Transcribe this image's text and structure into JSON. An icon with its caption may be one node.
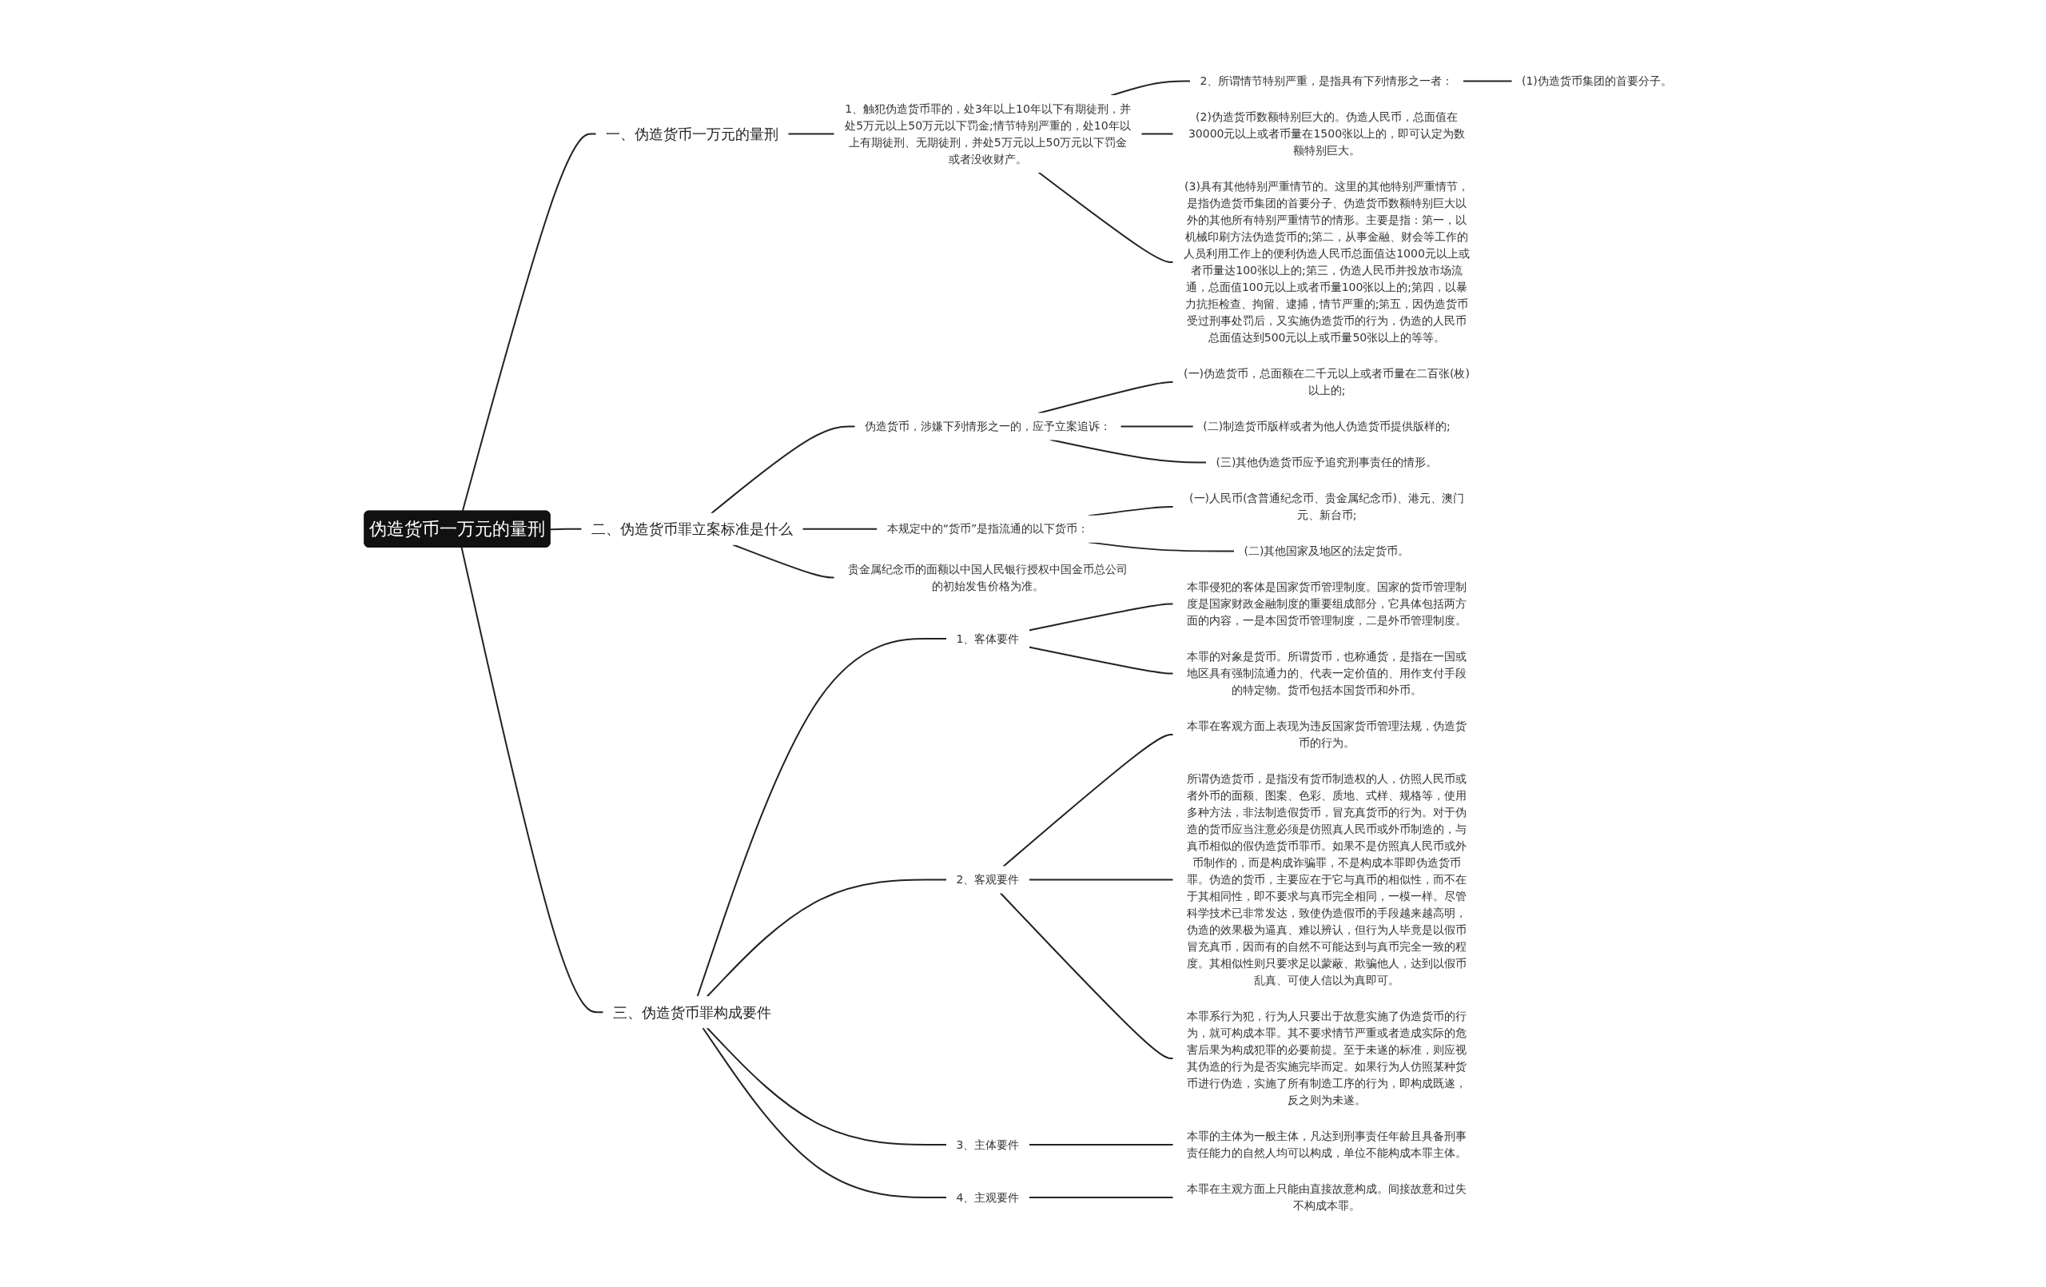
{
  "diagram": {
    "nodes": [
      {
        "text": [
          "伪造货币一万元的量刑"
        ]
      },
      {
        "text": [
          "一、伪造货币一万元的量刑"
        ]
      },
      {
        "text": [
          "1、触犯伪造货币罪的，处3年以上10年以下有期徒刑，并处5万元以上50万元以下罚金;情节特别严重的，处10年以上有期徒刑、无期徒刑，并处5万元以上50万元以下罚金或者没收财产。"
        ]
      },
      {
        "text": [
          "2、所谓情节特别严重，是指具有下列情形之一者："
        ]
      },
      {
        "text": [
          "(1)伪造货币集团的首要分子。"
        ]
      },
      {
        "text": [
          "(2)伪造货币数额特别巨大的。伪造人民币，总面值在30000元以上或者币量在1500张以上的，即可认定为数额特别巨大。"
        ]
      },
      {
        "text": [
          "(3)具有其他特别严重情节的。这里的其他特别严重情节，是指伪造货币集团的首要分子、伪造货币数额特别巨大以外的其他所有特别严重情节的情形。主要是指：第一，以机械印刷方法伪造货币的;第二，从事金融、财会等工作的人员利用工作上的便利伪造人民币总面值达1000元以上或者币量达100张以上的;第三，伪造人民币并投放市场流通，总面值100元以上或者币量100张以上的;第四，以暴力抗拒检查、拘留、逮捕，情节严重的;第五，因伪造货币受过刑事处罚后，又实施伪造货币的行为，伪造的人民币总面值达到500元以上或币量50张以上的等等。"
        ]
      },
      {
        "text": [
          "二、伪造货币罪立案标准是什么"
        ]
      },
      {
        "text": [
          "伪造货币，涉嫌下列情形之一的，应予立案追诉："
        ]
      },
      {
        "text": [
          "(一)伪造货币，总面额在二千元以上或者币量在二百张(枚)以上的;"
        ]
      },
      {
        "text": [
          "(二)制造货币版样或者为他人伪造货币提供版样的;"
        ]
      },
      {
        "text": [
          "(三)其他伪造货币应予追究刑事责任的情形。"
        ]
      },
      {
        "text": [
          "本规定中的“货币”是指流通的以下货币："
        ]
      },
      {
        "text": [
          "(一)人民币(含普通纪念币、贵金属纪念币)、港元、澳门元、新台币;"
        ]
      },
      {
        "text": [
          "(二)其他国家及地区的法定货币。"
        ]
      },
      {
        "text": [
          "贵金属纪念币的面额以中国人民银行授权中国金币总公司的初始发售价格为准。"
        ]
      },
      {
        "text": [
          "三、伪造货币罪构成要件"
        ]
      },
      {
        "text": [
          "1、客体要件"
        ]
      },
      {
        "text": [
          "本罪侵犯的客体是国家货币管理制度。国家的货币管理制度是国家财政金融制度的重要组成部分，它具体包括两方面的内容，一是本国货币管理制度，二是外币管理制度。"
        ]
      },
      {
        "text": [
          "本罪的对象是货币。所谓货币，也称通货，是指在一国或地区具有强制流通力的、代表一定价值的、用作支付手段的特定物。货币包括本国货币和外币。"
        ]
      },
      {
        "text": [
          "2、客观要件"
        ]
      },
      {
        "text": [
          "本罪在客观方面上表现为违反国家货币管理法规，伪造货币的行为。"
        ]
      },
      {
        "text": [
          "所谓伪造货币，是指没有货币制造权的人，仿照人民币或者外币的面额、图案、色彩、质地、式样、规格等，使用多种方法，非法制造假货币，冒充真货币的行为。对于伪造的货币应当注意必须是仿照真人民币或外币制造的，与真币相似的假伪造货币罪币。如果不是仿照真人民币或外币制作的，而是构成诈骗罪，不是构成本罪即伪造货币罪。伪造的货币，主要应在于它与真币的相似性，而不在于其相同性，即不要求与真币完全相同，一模一样。尽管科学技术已非常发达，致使伪造假币的手段越来越高明，伪造的效果极为逼真、难以辨认，但行为人毕竟是以假币冒充真币，因而有的自然不可能达到与真币完全一致的程度。其相似性则只要求足以蒙蔽、欺骗他人，达到以假币乱真、可使人信以为真即可。"
        ]
      },
      {
        "text": [
          "本罪系行为犯，行为人只要出于故意实施了伪造货币的行为，就可构成本罪。其不要求情节严重或者造成实际的危害后果为构成犯罪的必要前提。至于未遂的标准，则应视其伪造的行为是否实施完毕而定。如果行为人仿照某种货币进行伪造，实施了所有制造工序的行为，即构成既遂，反之则为未遂。"
        ]
      },
      {
        "text": [
          "3、主体要件"
        ]
      },
      {
        "text": [
          "本罪的主体为一般主体，凡达到刑事责任年龄且具备刑事责任能力的自然人均可以构成，单位不能构成本罪主体。"
        ]
      },
      {
        "text": [
          "4、主观要件"
        ]
      },
      {
        "text": [
          "本罪在主观方面上只能由直接故意构成。间接故意和过失不构成本罪。"
        ]
      }
    ],
    "edges": [
      {
        "from": 0,
        "to": 1,
        "arrow": "none"
      },
      {
        "from": 1,
        "to": 2,
        "arrow": "none"
      },
      {
        "from": 2,
        "to": 3,
        "arrow": "none"
      },
      {
        "from": 3,
        "to": 4,
        "arrow": "none"
      },
      {
        "from": 2,
        "to": 5,
        "arrow": "none"
      },
      {
        "from": 2,
        "to": 6,
        "arrow": "none"
      },
      {
        "from": 0,
        "to": 7,
        "arrow": "none"
      },
      {
        "from": 7,
        "to": 8,
        "arrow": "none"
      },
      {
        "from": 8,
        "to": 9,
        "arrow": "none"
      },
      {
        "from": 8,
        "to": 10,
        "arrow": "none"
      },
      {
        "from": 8,
        "to": 11,
        "arrow": "none"
      },
      {
        "from": 7,
        "to": 12,
        "arrow": "none"
      },
      {
        "from": 12,
        "to": 13,
        "arrow": "none"
      },
      {
        "from": 12,
        "to": 14,
        "arrow": "none"
      },
      {
        "from": 7,
        "to": 15,
        "arrow": "none"
      },
      {
        "from": 0,
        "to": 16,
        "arrow": "none"
      },
      {
        "from": 16,
        "to": 17,
        "arrow": "none"
      },
      {
        "from": 17,
        "to": 18,
        "arrow": "none"
      },
      {
        "from": 17,
        "to": 19,
        "arrow": "none"
      },
      {
        "from": 16,
        "to": 20,
        "arrow": "none"
      },
      {
        "from": 20,
        "to": 21,
        "arrow": "none"
      },
      {
        "from": 20,
        "to": 22,
        "arrow": "none"
      },
      {
        "from": 20,
        "to": 23,
        "arrow": "none"
      },
      {
        "from": 16,
        "to": 24,
        "arrow": "none"
      },
      {
        "from": 24,
        "to": 25,
        "arrow": "none"
      },
      {
        "from": 16,
        "to": 26,
        "arrow": "none"
      },
      {
        "from": 26,
        "to": 27,
        "arrow": "none"
      }
    ]
  }
}
